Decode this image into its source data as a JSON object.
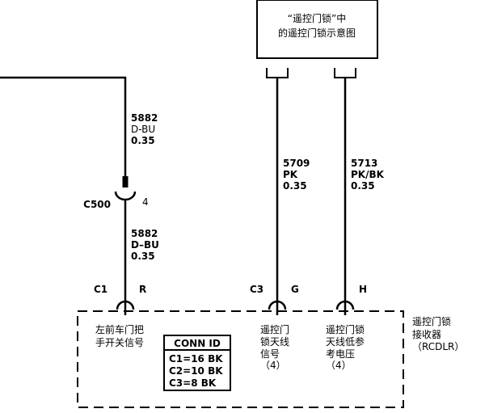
{
  "ref_box": {
    "line1": "“遥控门锁”中",
    "line2": "的遥控门锁示意图"
  },
  "circuit_c500_upper": {
    "number": "5882",
    "color": "D-BU",
    "size": "0.35"
  },
  "connector_c500": {
    "name": "C500",
    "pin": "4"
  },
  "circuit_c500_lower": {
    "number": "5882",
    "color": "D–BU",
    "size": "0.35"
  },
  "circuit_5709": {
    "number": "5709",
    "color": "PK",
    "size": "0.35"
  },
  "circuit_5713": {
    "number": "5713",
    "color": "PK/BK",
    "size": "0.35"
  },
  "pins": [
    {
      "connector": "C1",
      "pin": "R"
    },
    {
      "connector": "C3",
      "pin": "G"
    },
    {
      "connector": "",
      "pin": "H"
    }
  ],
  "module": {
    "name_line1": "遥控门锁",
    "name_line2": "接收器",
    "code": "（RCDLR）",
    "signals": {
      "door_handle": [
        "左前车门把",
        "手开关信号"
      ],
      "antenna": [
        "遥控门",
        "锁天线",
        "信号",
        "（4）"
      ],
      "reference": [
        "遥控门锁",
        "天线低参",
        "考电压",
        "（4）"
      ]
    }
  },
  "conn_id": {
    "title": "CONN ID",
    "rows": [
      "C1=16 BK",
      "C2=10 BK",
      "C3=8 BK"
    ]
  }
}
